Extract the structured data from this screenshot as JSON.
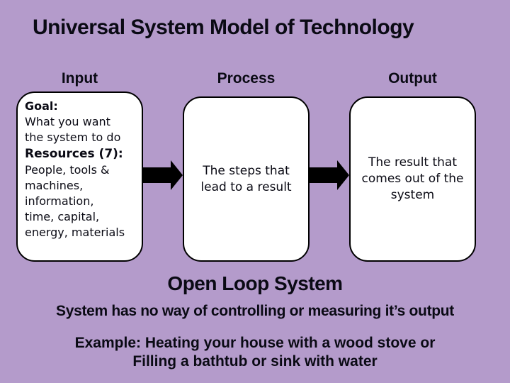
{
  "title": "Universal System Model of Technology",
  "diagram": {
    "input": {
      "header": "Input",
      "goal_label": "Goal:",
      "goal_text": "What you want\nthe system to do",
      "resources_label": "Resources (7):",
      "resources_text": "People, tools &\nmachines,\ninformation,\ntime, capital,\nenergy, materials"
    },
    "process": {
      "header": "Process",
      "text": "The steps that\nlead to a result"
    },
    "output": {
      "header": "Output",
      "text": "The result that\ncomes out of the\nsystem"
    }
  },
  "footer": {
    "subtitle": "Open Loop System",
    "description": "System has no way of controlling or measuring it’s output",
    "example": "Example: Heating your house with a wood stove or\nFilling a bathtub or sink with water"
  },
  "colors": {
    "background": "#b49bcb",
    "box_fill": "#ffffff",
    "box_border": "#000000",
    "arrow": "#000000",
    "text": "#0a0a14"
  }
}
